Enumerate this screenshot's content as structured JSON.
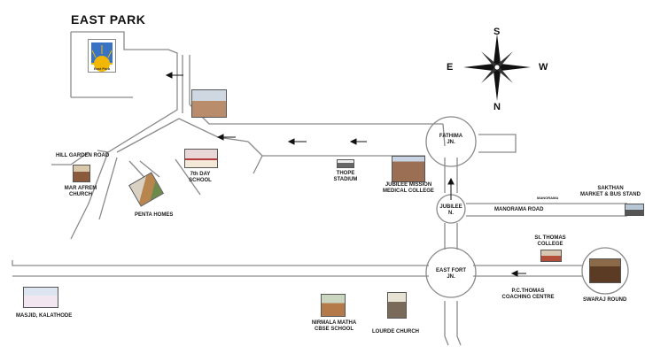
{
  "title": "EAST PARK",
  "logo": {
    "text": "East Park",
    "sun_color": "#f2b705",
    "sky_color": "#3a73c4"
  },
  "compass": {
    "north": "N",
    "south": "S",
    "east": "E",
    "west": "W"
  },
  "places": {
    "hill_garden": "HILL GARDEN ROAD",
    "mar_afrem": [
      "MAR AFREM",
      "CHURCH"
    ],
    "penta": "PENTA HOMES",
    "seventh_day": [
      "7th DAY",
      "SCHOOL"
    ],
    "thope": [
      "THOPE",
      "STADIUM"
    ],
    "jubilee_mission": [
      "JUBILEE MISSION",
      "MEDICAL COLLEGE"
    ],
    "fathima": [
      "FATHIMA",
      "JN."
    ],
    "jubilee_jn": [
      "JUBILEE",
      "N."
    ],
    "manorama_road": "MANORAMA ROAD",
    "manorama_small": "MANORAMA",
    "sakthan": [
      "SAKTHAN",
      "MARKET & BUS STAND"
    ],
    "st_thomas": [
      "St. THOMAS",
      "COLLEGE"
    ],
    "east_fort": [
      "EAST FORT",
      "JN."
    ],
    "pc_thomas": [
      "P.C.THOMAS",
      "COACHING CENTRE"
    ],
    "swaraj": "SWARAJ ROUND",
    "masjid": "MASJID, KALATHODE",
    "nirmala": [
      "NIRMALA MATHA",
      "CBSE SCHOOL"
    ],
    "lourde": "LOURDE CHURCH"
  },
  "colors": {
    "road": "#8a8a8a",
    "text": "#1a1a1a"
  }
}
